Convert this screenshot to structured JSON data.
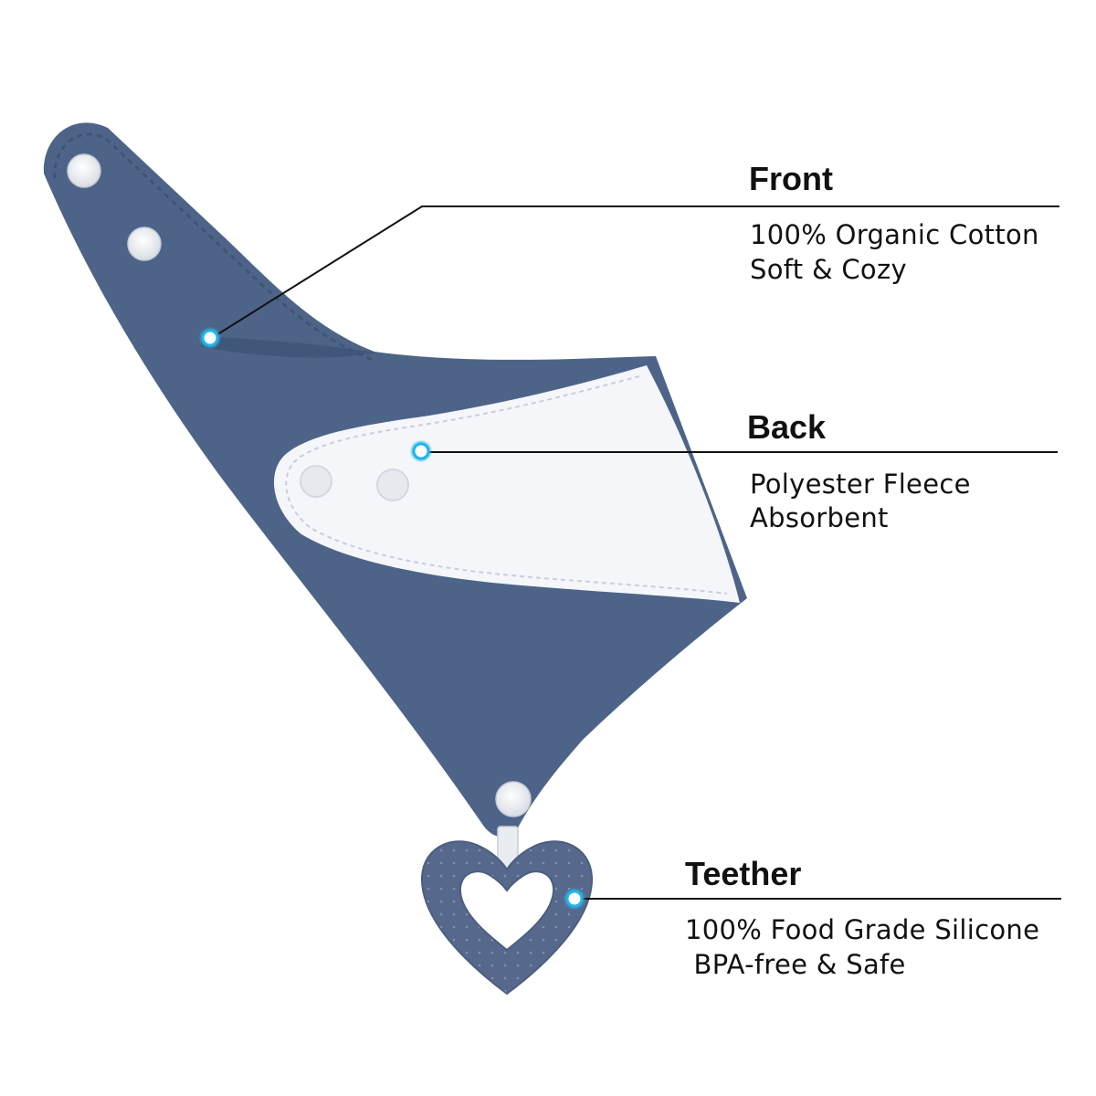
{
  "colors": {
    "bib_navy": "#4d6488",
    "bib_navy_dark": "#3f5578",
    "fleece_white": "#f4f6fa",
    "snap_button": "#eef0f2",
    "dot_accent": "#22b4e8",
    "leader_line": "#111111",
    "teether": "#56698c"
  },
  "icons": {
    "front_marker": "blue-dot-icon",
    "back_marker": "blue-dot-icon",
    "teether_marker": "blue-dot-icon"
  },
  "callouts": {
    "front": {
      "title": "Front",
      "line1": "100% Organic Cotton",
      "line2": "Soft & Cozy"
    },
    "back": {
      "title": "Back",
      "line1": "Polyester Fleece",
      "line2": "Absorbent"
    },
    "teether": {
      "title": "Teether",
      "line1": "100% Food Grade Silicone",
      "line2": " BPA-free & Safe"
    }
  }
}
